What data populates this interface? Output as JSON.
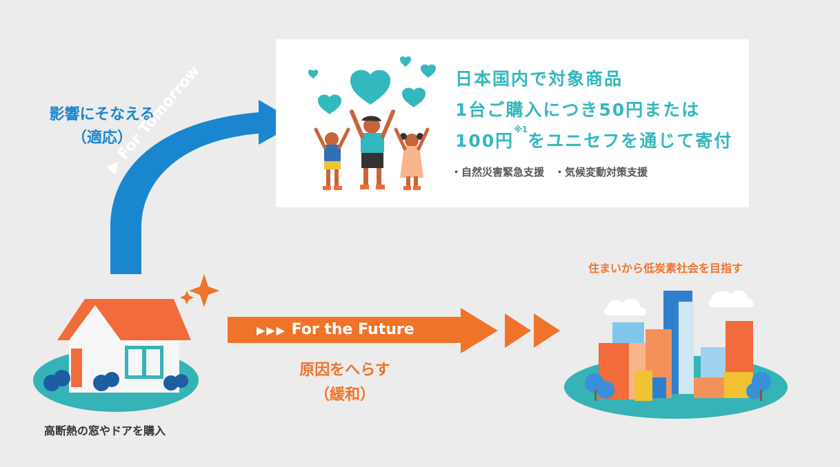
{
  "card": {
    "line1": "日本国内で対象商品",
    "line2": "1台ご購入につき50円または",
    "line3_main": "100円",
    "line3_sup": "※1",
    "line3_rest": "をユニセフを通じて寄付",
    "bullet1": "・自然災害緊急支援",
    "bullet2": "・気候変動対策支援"
  },
  "adaptation": {
    "line1": "影響にそなえる",
    "line2": "（適応）",
    "arrow_label": "▶ For Tomorrow"
  },
  "mitigation": {
    "line1": "原因をへらす",
    "line2": "（緩和）",
    "arrow_label": "For the Future"
  },
  "house_caption": "高断熱の窓やドアを購入",
  "city_caption": "住まいから低炭素社会を目指す",
  "colors": {
    "blue": "#1a86cf",
    "orange": "#f0732a",
    "teal": "#33b8be",
    "background": "#ececec"
  }
}
